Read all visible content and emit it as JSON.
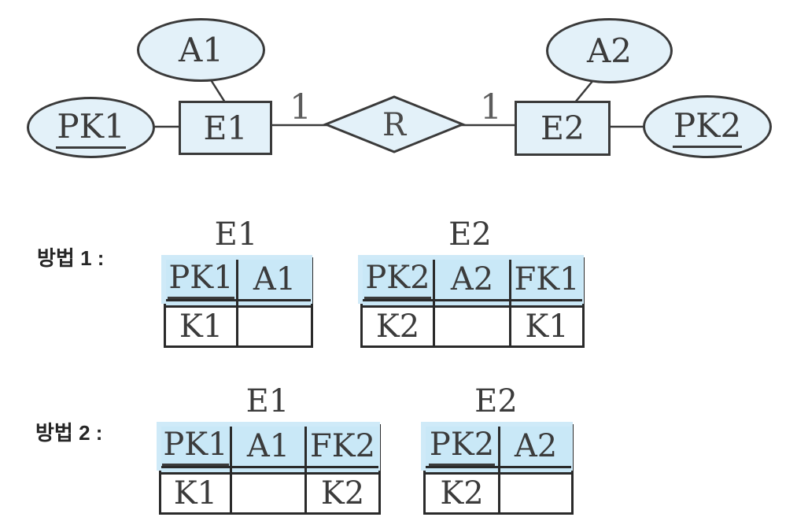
{
  "colors": {
    "shape_fill": "#e3f1f9",
    "table_header_fill": "#c9e8f7",
    "outline": "#2a2a2a",
    "text": "#3b3b3b",
    "cardinality_text": "#5c5c5c",
    "background": "#ffffff"
  },
  "er": {
    "attribute1": "A1",
    "attribute2": "A2",
    "pk1": "PK1",
    "pk2": "PK2",
    "entity1": "E1",
    "entity2": "E2",
    "relationship": "R",
    "cardinality_left": "1",
    "cardinality_right": "1"
  },
  "method1": {
    "label": "방법 1 :",
    "tables": [
      {
        "title": "E1",
        "header": [
          "PK1",
          "A1"
        ],
        "header_underlined": [
          true,
          false
        ],
        "row": [
          "K1",
          ""
        ]
      },
      {
        "title": "E2",
        "header": [
          "PK2",
          "A2",
          "FK1"
        ],
        "header_underlined": [
          true,
          false,
          false
        ],
        "row": [
          "K2",
          "",
          "K1"
        ]
      }
    ]
  },
  "method2": {
    "label": "방법 2 :",
    "tables": [
      {
        "title": "E1",
        "header": [
          "PK1",
          "A1",
          "FK2"
        ],
        "header_underlined": [
          true,
          false,
          false
        ],
        "row": [
          "K1",
          "",
          "K2"
        ]
      },
      {
        "title": "E2",
        "header": [
          "PK2",
          "A2"
        ],
        "header_underlined": [
          true,
          false
        ],
        "row": [
          "K2",
          ""
        ]
      }
    ]
  }
}
